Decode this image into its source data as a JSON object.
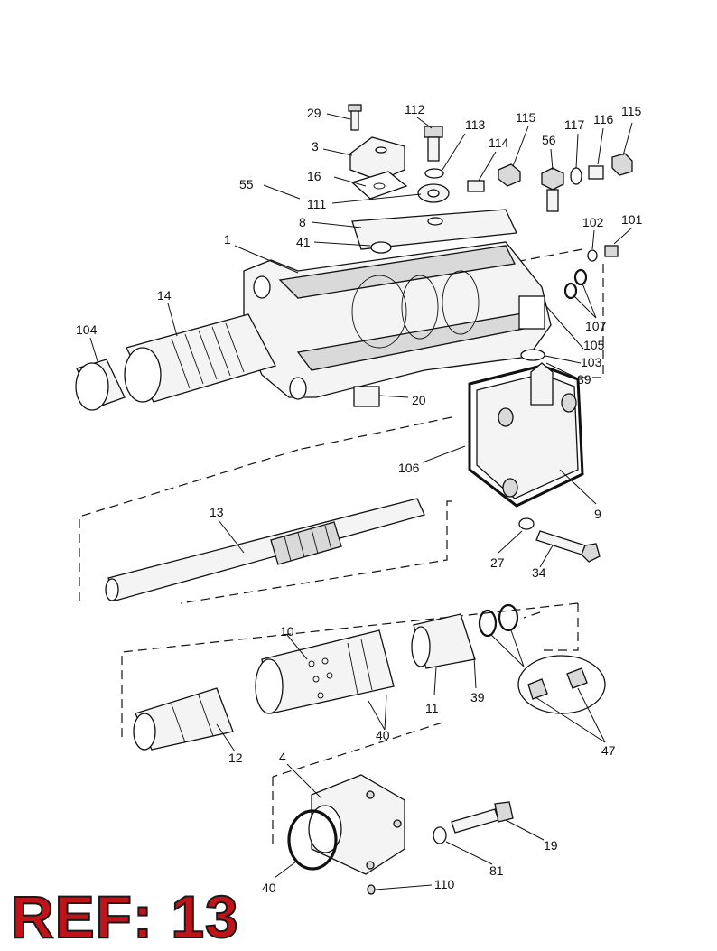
{
  "reference": {
    "label": "REF: 13"
  },
  "callouts": [
    "29",
    "112",
    "113",
    "115",
    "117",
    "116",
    "115",
    "3",
    "114",
    "56",
    "16",
    "55",
    "111",
    "8",
    "102",
    "101",
    "41",
    "1",
    "14",
    "107",
    "104",
    "105",
    "103",
    "39",
    "20",
    "106",
    "9",
    "13",
    "27",
    "34",
    "10",
    "11",
    "39",
    "40",
    "12",
    "47",
    "4",
    "19",
    "81",
    "40",
    "110"
  ],
  "colors": {
    "ref_fill": "#c0141b",
    "ref_outline": "#1a1a1a",
    "line": "#111111"
  }
}
